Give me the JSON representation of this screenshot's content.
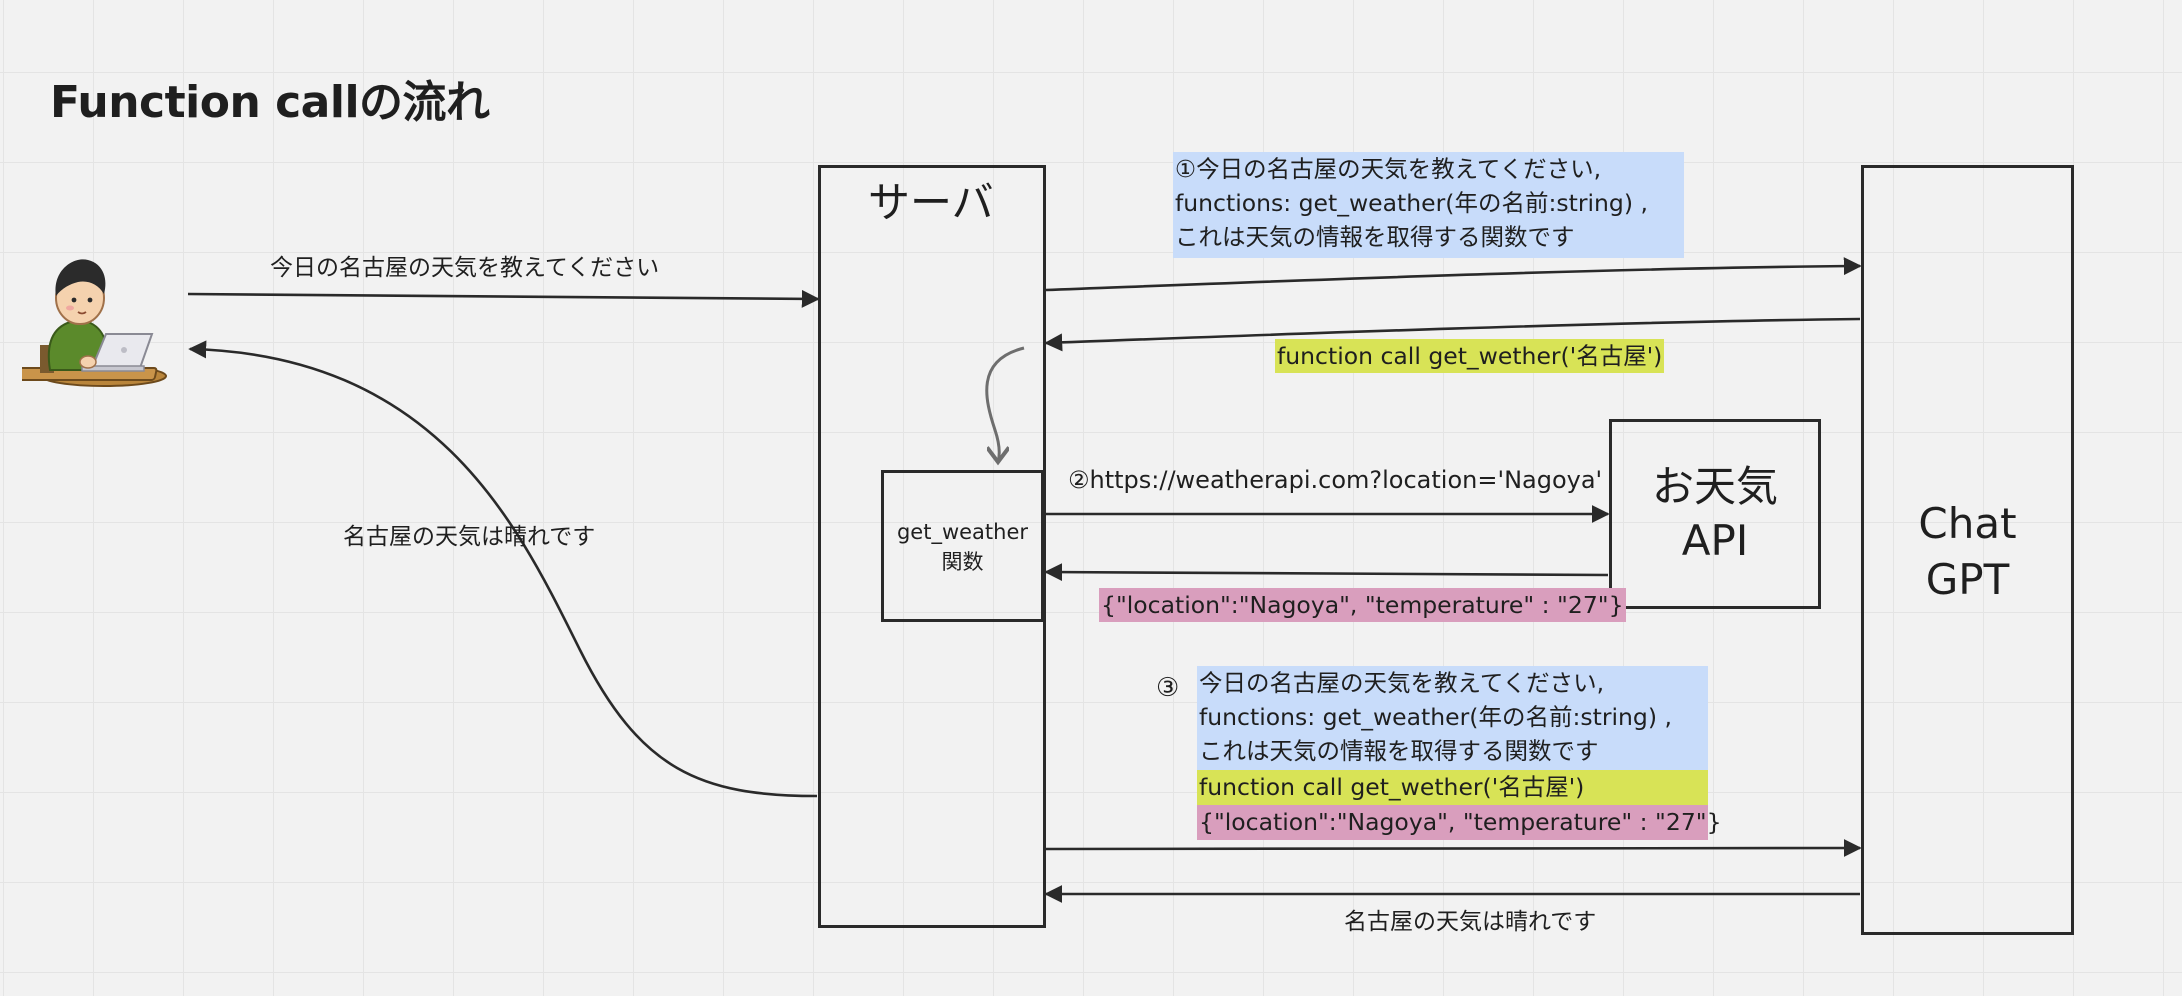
{
  "title": "Function callの流れ",
  "server": {
    "label": "サーバ"
  },
  "func_box": {
    "label": "get_weather\n関数"
  },
  "weather_api": {
    "label": "お天気\nAPI"
  },
  "chatgpt": {
    "label": "Chat\nGPT"
  },
  "user": {
    "icon": "person-at-laptop-icon"
  },
  "messages": {
    "user_request": "今日の名古屋の天気を教えてください",
    "user_response": "名古屋の天気は晴れです",
    "step1": "①今日の名古屋の天気を教えてください,\nfunctions: get_weather(年の名前:string) ,\nこれは天気の情報を取得する関数です",
    "function_call": "function call  get_wether('名古屋')",
    "step2_url": "②https://weatherapi.com?location='Nagoya'",
    "api_result": "{\"location\":\"Nagoya\", \"temperature\" : \"27\"}",
    "step3_marker": "③",
    "step3_blue": "今日の名古屋の天気を教えてください,\nfunctions: get_weather(年の名前:string) ,\nこれは天気の情報を取得する関数です",
    "step3_yellow": "function call  get_wether('名古屋')",
    "step3_pink": "{\"location\":\"Nagoya\", \"temperature\" : \"27\"}",
    "gpt_response": "名古屋の天気は晴れです"
  },
  "colors": {
    "blue_note": "#c8dcfa",
    "yellow_note": "#d8e356",
    "pink_note": "#d99ebd",
    "line": "#2a2a2a",
    "inner_arrow": "#6e6e6e"
  }
}
